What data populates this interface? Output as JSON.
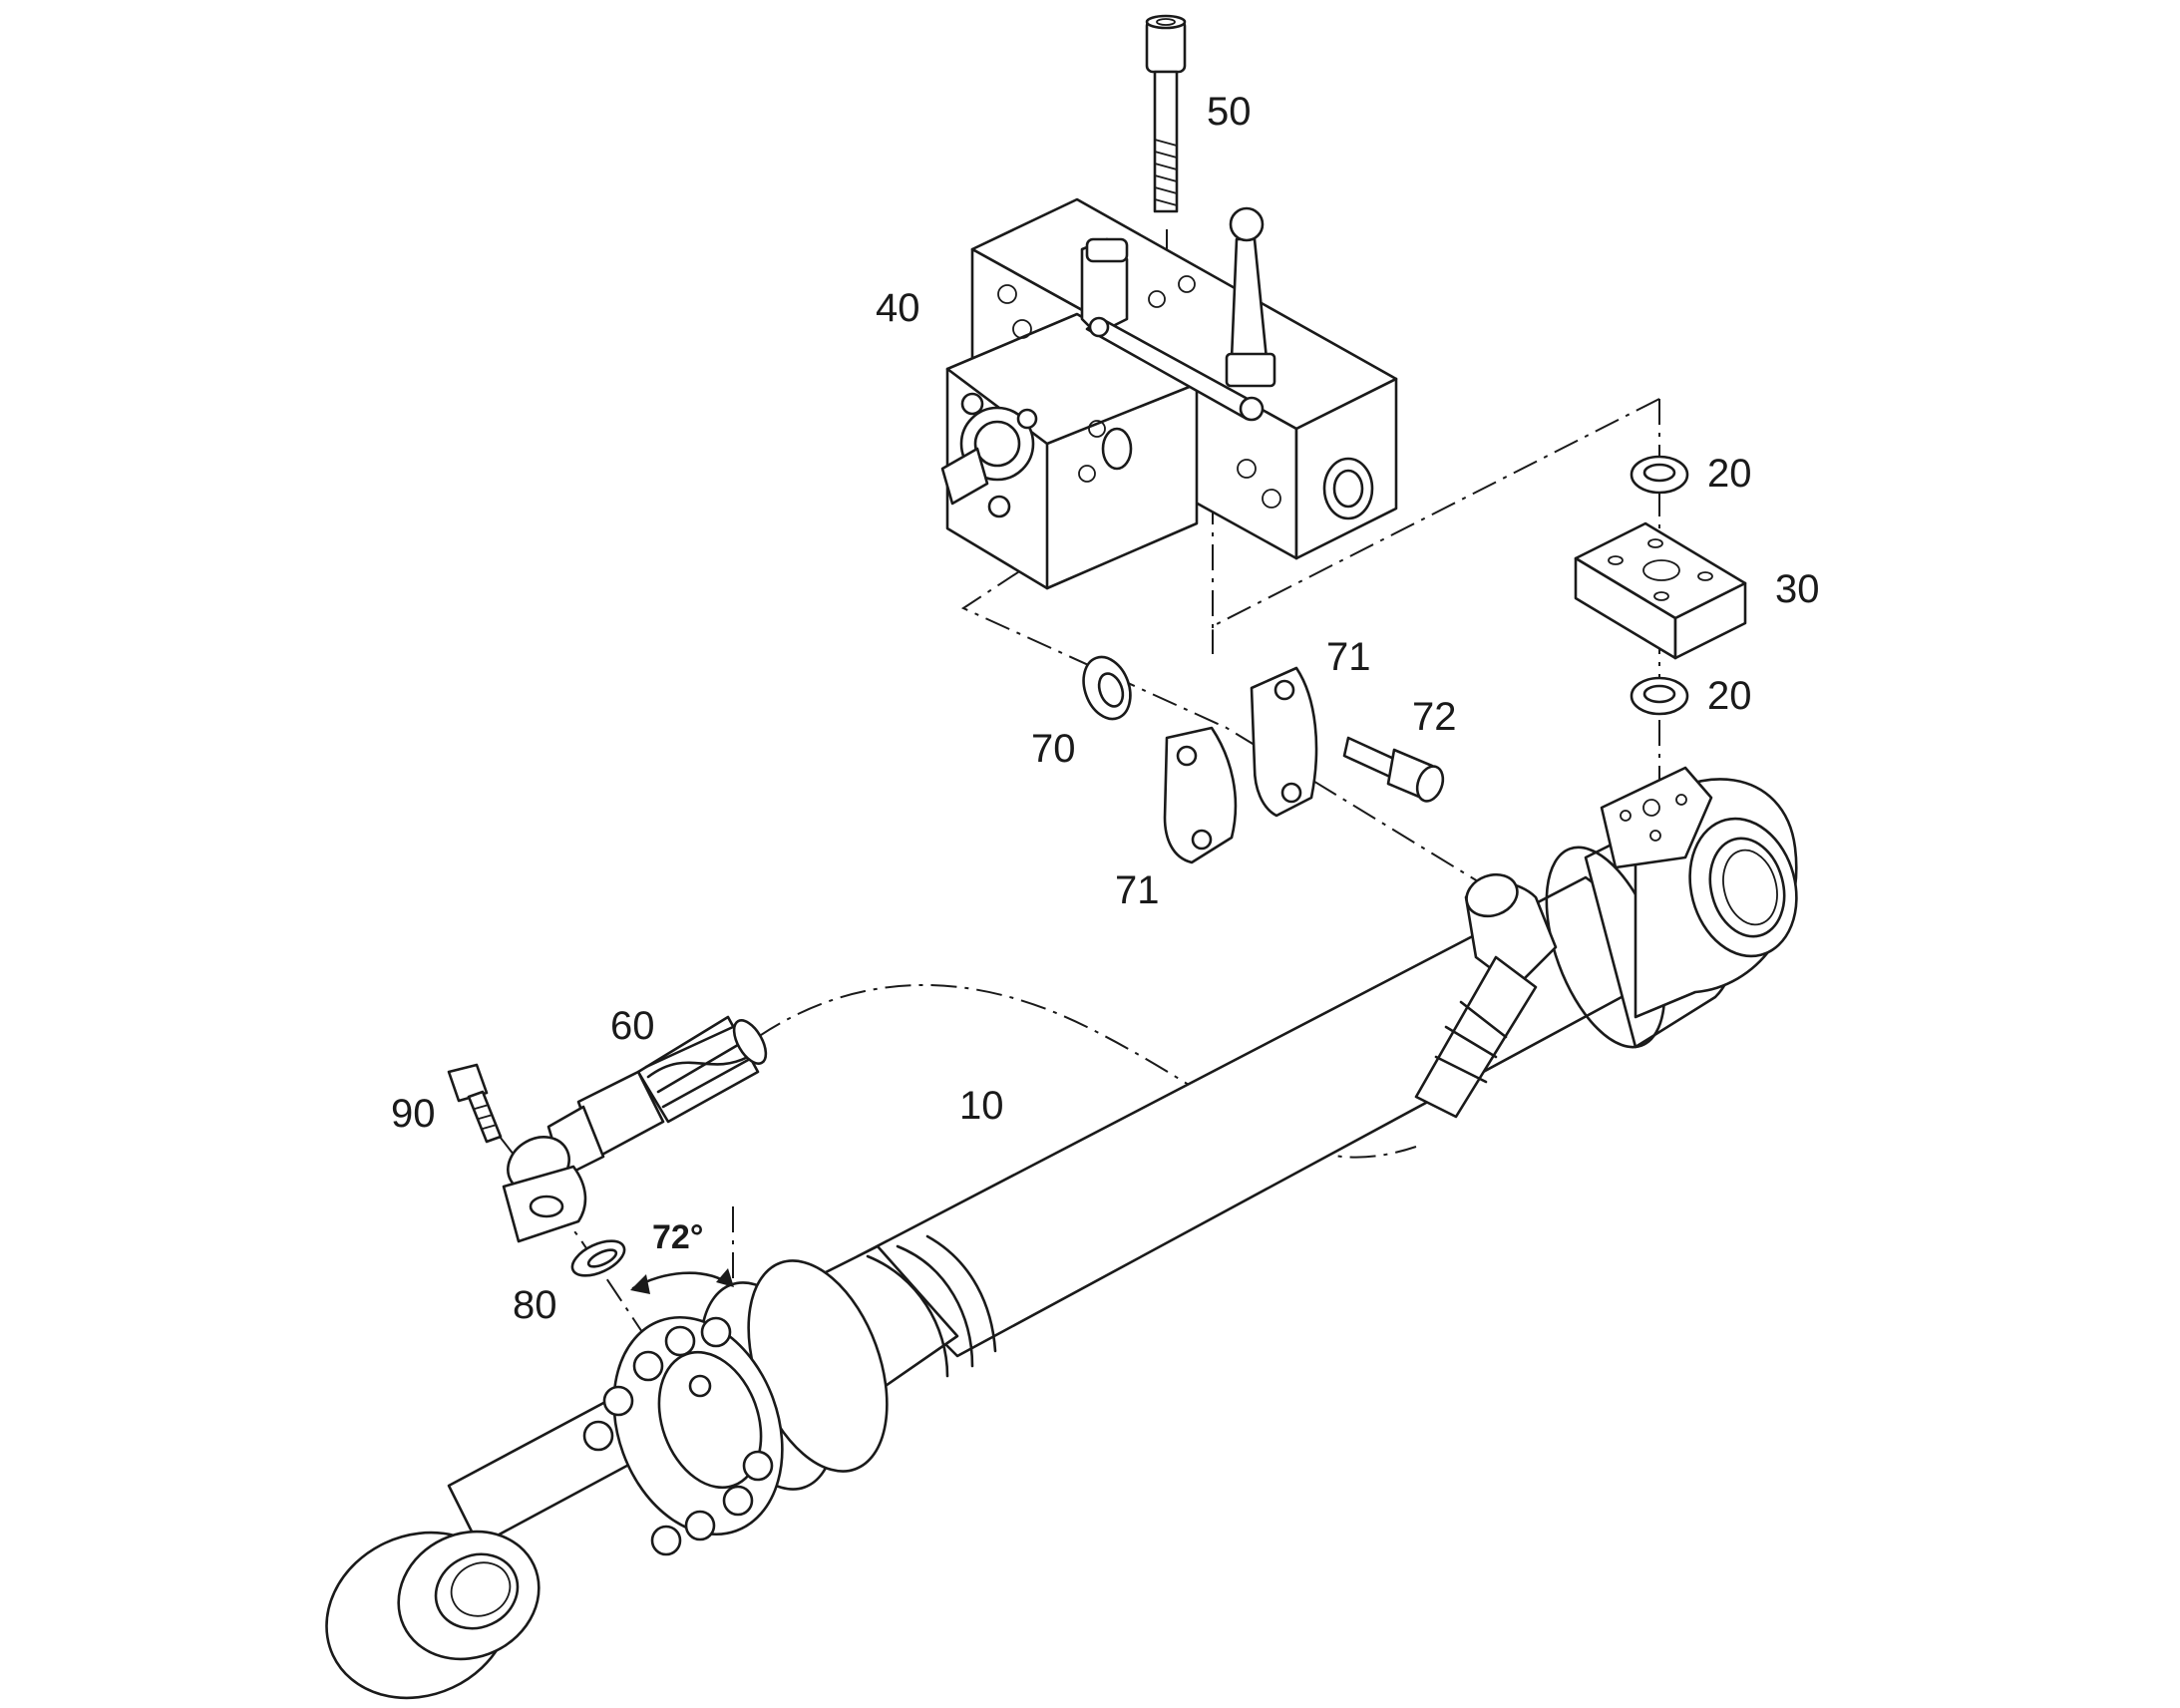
{
  "callouts": {
    "c10": "10",
    "c20a": "20",
    "c20b": "20",
    "c30": "30",
    "c40": "40",
    "c50": "50",
    "c60": "60",
    "c70": "70",
    "c71a": "71",
    "c71b": "71",
    "c72": "72",
    "c80": "80",
    "c90": "90"
  },
  "angle_label": "72°",
  "colors": {
    "line": "#1a1a1a",
    "background": "#ffffff"
  }
}
